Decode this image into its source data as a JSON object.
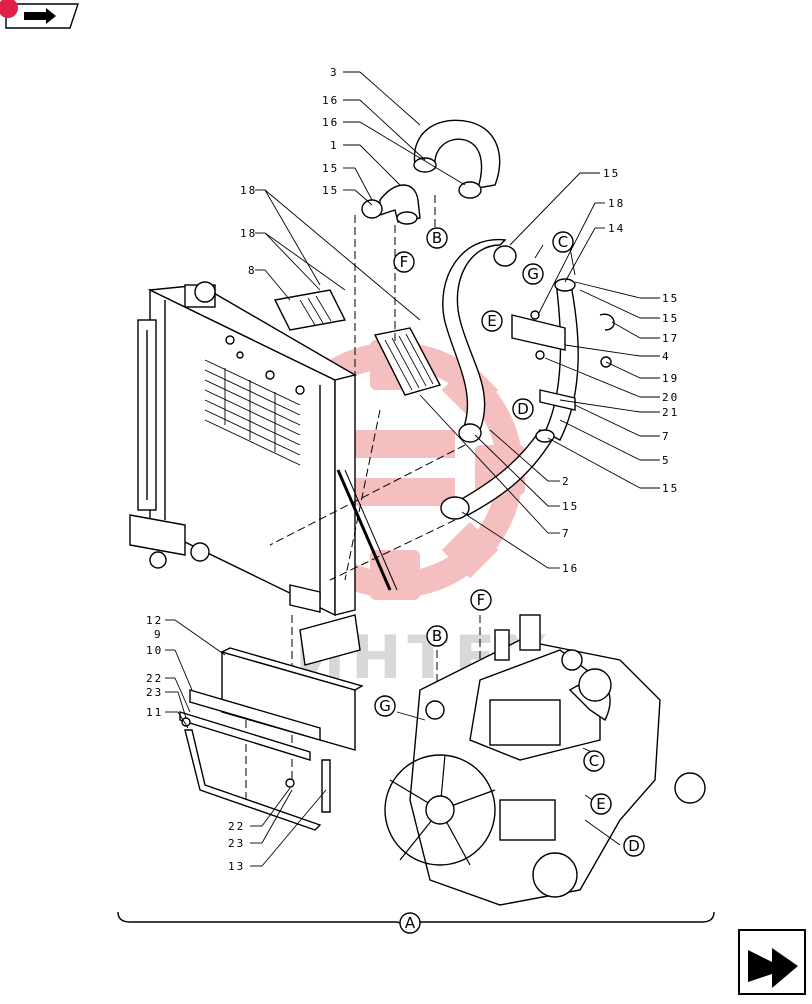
{
  "nav": {
    "prev_icon": "back-arrow-icon",
    "next_icon": "next-arrow-icon"
  },
  "watermark": {
    "text": "ИНТЕХ",
    "color": "#f08a8a"
  },
  "callouts": {
    "B_top": "B",
    "F_top": "F",
    "G_top": "G",
    "C_top": "C",
    "E_top": "E",
    "D_top": "D",
    "F_engine": "F",
    "B_engine": "B",
    "G_engine": "G",
    "C_engine": "C",
    "E_engine": "E",
    "D_engine": "D",
    "A": "A"
  },
  "part_numbers": {
    "n3": "3",
    "n16a": "16",
    "n16b": "16",
    "n1": "1",
    "n15a": "15",
    "n15b": "15",
    "n18a": "18",
    "n18b": "18",
    "n8": "8",
    "n15c": "15",
    "n18c": "18",
    "n14": "14",
    "n15d": "15",
    "n15e": "15",
    "n17": "17",
    "n4": "4",
    "n19": "19",
    "n20": "20",
    "n21": "21",
    "n7a": "7",
    "n5": "5",
    "n15f": "15",
    "n2": "2",
    "n15g": "15",
    "n7b": "7",
    "n16c": "16",
    "n12": "12",
    "n9": "9",
    "n10": "10",
    "n22a": "22",
    "n23a": "23",
    "n11": "11",
    "n22b": "22",
    "n23b": "23",
    "n13": "13"
  }
}
